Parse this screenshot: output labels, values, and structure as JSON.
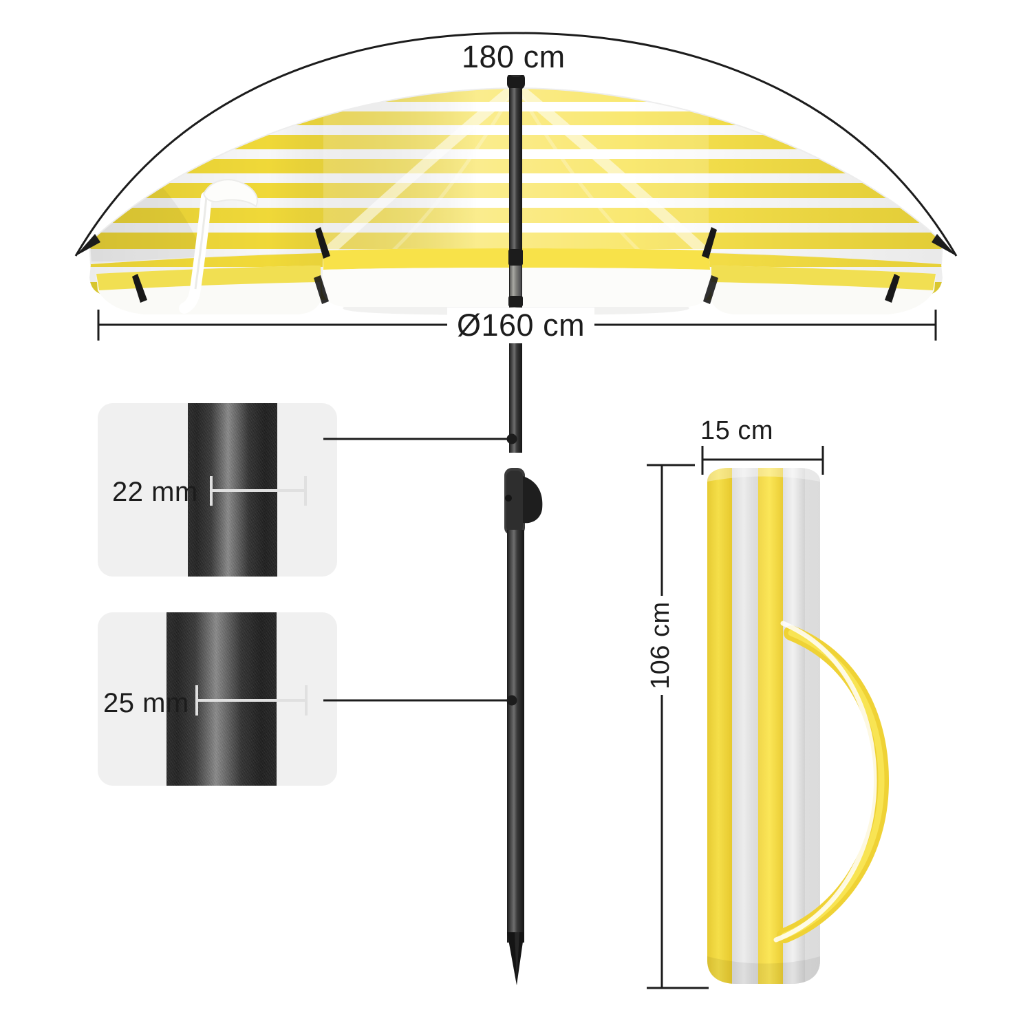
{
  "diagram": {
    "title": "Beach Umbrella Dimension Diagram",
    "background_color": "#ffffff",
    "line_color": "#1c1c1c",
    "callout_bg_color": "#f0f0f0"
  },
  "product": {
    "name": "striped-beach-umbrella",
    "canopy_stripe_colors": {
      "yellow": "#F7DF3A",
      "white": "#FFFFFF",
      "shade": "#E3E3DF"
    },
    "pole_color": "#222222",
    "bag_strap_color": "#F5D93B"
  },
  "dimensions": {
    "canopy_arc": {
      "label": "180 cm",
      "name": "canopy-arc-dimension",
      "orientation": "arc"
    },
    "canopy_diameter": {
      "label": "Ø160 cm",
      "name": "canopy-diameter-dimension",
      "orientation": "horizontal"
    },
    "upper_pole": {
      "label": "22 mm",
      "name": "upper-pole-diameter",
      "orientation": "horizontal"
    },
    "lower_pole": {
      "label": "25 mm",
      "name": "lower-pole-diameter",
      "orientation": "horizontal"
    },
    "bag_width": {
      "label": "15 cm",
      "name": "carry-bag-width",
      "orientation": "horizontal"
    },
    "bag_height": {
      "label": "106 cm",
      "name": "carry-bag-height",
      "orientation": "vertical"
    }
  }
}
